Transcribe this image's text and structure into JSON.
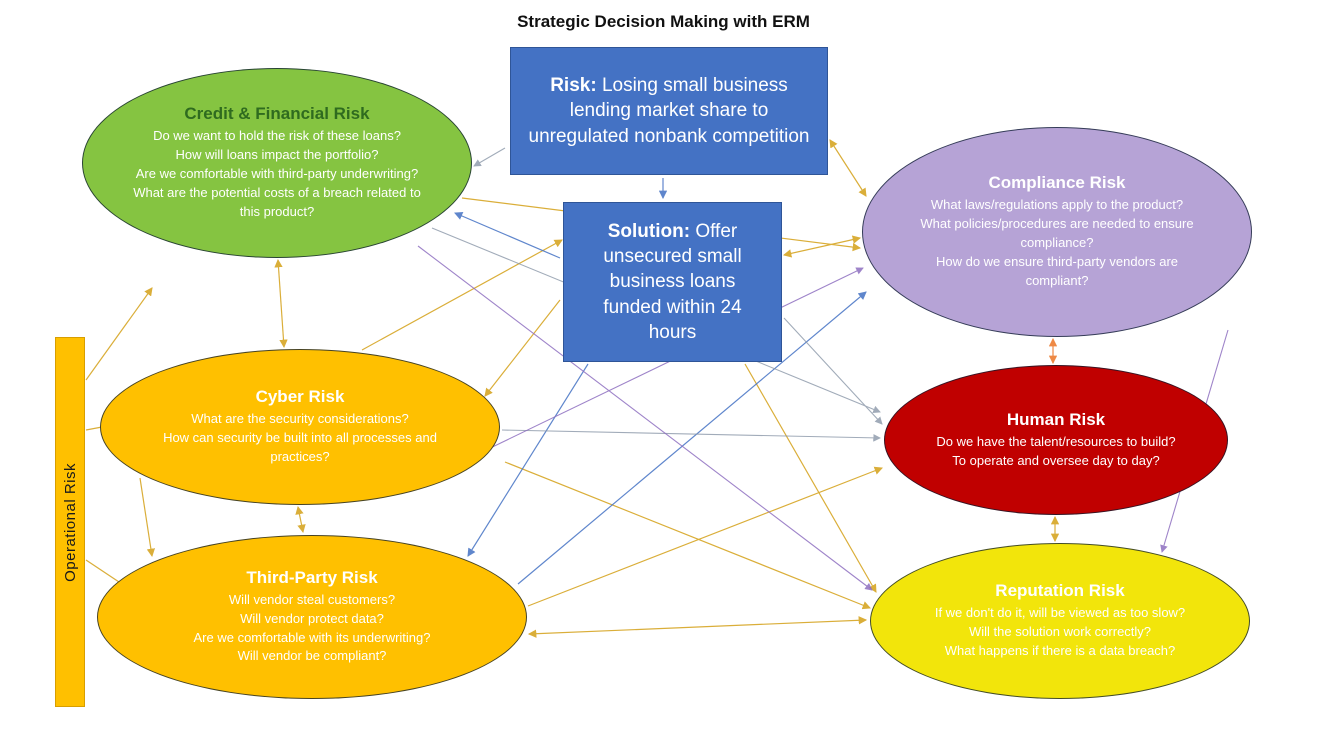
{
  "title": "Strategic Decision Making with ERM",
  "risk_box": {
    "label": "Risk:",
    "text": "Losing small business lending market share to unregulated nonbank competition"
  },
  "solution_box": {
    "label": "Solution:",
    "text": "Offer unsecured small business loans funded within 24 hours"
  },
  "operational_bar": {
    "label": "Operational Risk"
  },
  "nodes": {
    "credit": {
      "title": "Credit & Financial Risk",
      "questions": [
        "Do we want to hold the risk of these loans?",
        "How will loans impact the portfolio?",
        "Are we comfortable with third-party underwriting?",
        "What are the potential costs of a breach related to this product?"
      ]
    },
    "compliance": {
      "title": "Compliance Risk",
      "questions": [
        "What laws/regulations apply to the product?",
        "What policies/procedures are needed to ensure compliance?",
        "How do we ensure third-party vendors are compliant?"
      ]
    },
    "cyber": {
      "title": "Cyber Risk",
      "questions": [
        "What are the security considerations?",
        "How can security be built into all processes and practices?"
      ]
    },
    "human": {
      "title": "Human Risk",
      "questions": [
        "Do we have the talent/resources to build?",
        "To operate and oversee day to day?"
      ]
    },
    "third_party": {
      "title": "Third-Party Risk",
      "questions": [
        "Will vendor steal customers?",
        "Will vendor protect data?",
        "Are we comfortable with its underwriting?",
        "Will vendor be compliant?"
      ]
    },
    "reputation": {
      "title": "Reputation Risk",
      "questions": [
        "If we don't do it, will be viewed as too slow?",
        "Will the solution work correctly?",
        "What happens if there is a data breach?"
      ]
    }
  },
  "colors": {
    "box_blue": "#4472C4",
    "credit_green": "#85C441",
    "credit_title_green": "#2F6B1F",
    "compliance_purple": "#B6A3D6",
    "operational_orange": "#FFC000",
    "human_red": "#C00000",
    "reputation_yellow": "#F2E50B",
    "connector_gold": "#D4A017",
    "connector_blue": "#4472C4",
    "connector_gray": "#8A97A8",
    "connector_purple": "#8E6FC0",
    "connector_orange": "#ED7D31"
  }
}
